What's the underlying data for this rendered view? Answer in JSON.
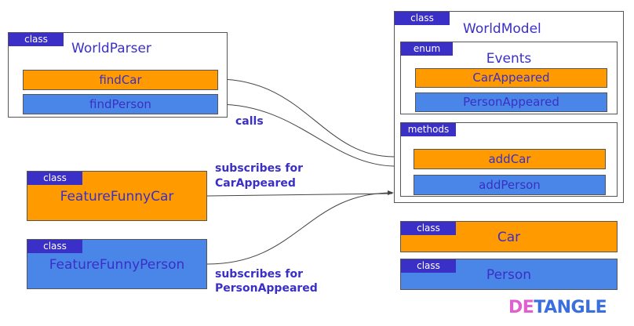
{
  "world_parser": {
    "tag": "class",
    "title": "WorldParser",
    "methods": [
      "findCar",
      "findPerson"
    ]
  },
  "world_model": {
    "tag": "class",
    "title": "WorldModel",
    "events": {
      "tag": "enum",
      "title": "Events",
      "items": [
        "CarAppeared",
        "PersonAppeared"
      ]
    },
    "methods": {
      "tag": "methods",
      "items": [
        "addCar",
        "addPerson"
      ]
    }
  },
  "feature_funny_car": {
    "tag": "class",
    "title": "FeatureFunnyCar"
  },
  "feature_funny_person": {
    "tag": "class",
    "title": "FeatureFunnyPerson"
  },
  "car": {
    "tag": "class",
    "title": "Car"
  },
  "person": {
    "tag": "class",
    "title": "Person"
  },
  "labels": {
    "calls": "calls",
    "subscribes_car_1": "subscribes for",
    "subscribes_car_2": "CarAppeared",
    "subscribes_person_1": "subscribes for",
    "subscribes_person_2": "PersonAppeared"
  },
  "logo": {
    "text_start": "DE",
    "text_end": "TANGLE"
  },
  "colors": {
    "accent": "#3a2fc6",
    "orange": "#ff9a00",
    "blue": "#4a86e8"
  }
}
